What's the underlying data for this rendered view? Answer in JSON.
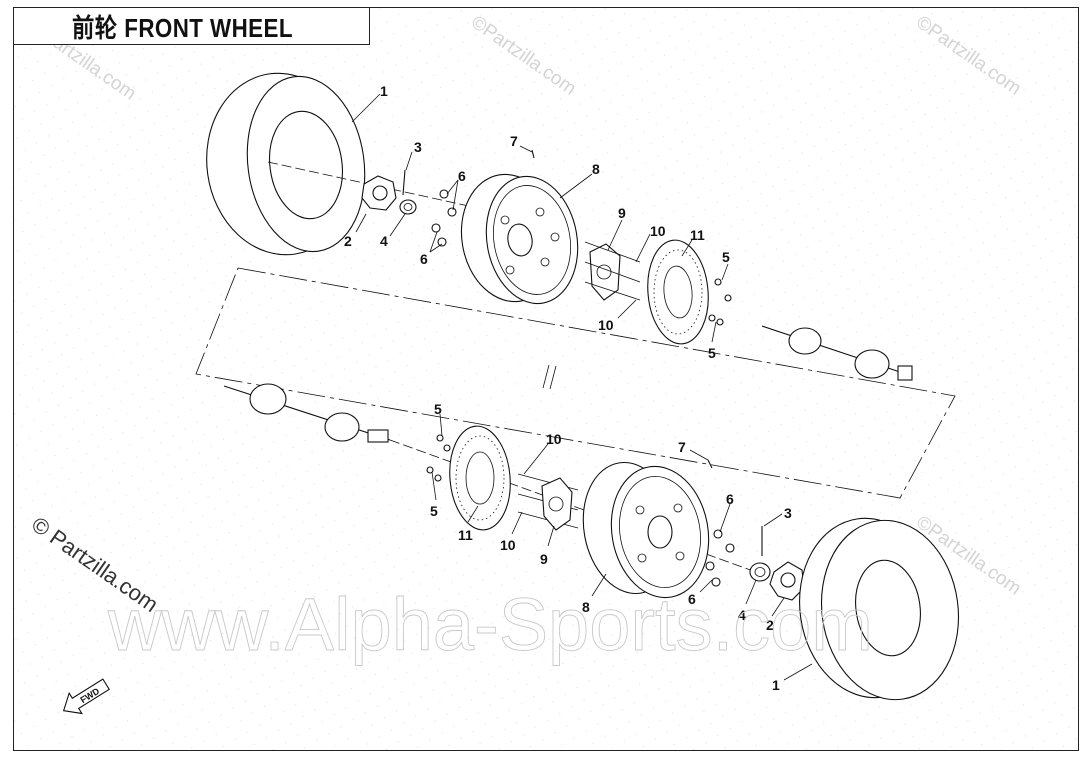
{
  "title": {
    "cn": "前轮",
    "en": "FRONT WHEEL"
  },
  "watermarks": {
    "small": "©Partzilla.com",
    "corner": "© Partzilla.com",
    "large": "www.Alpha-Sports.com"
  },
  "fwd_label": "FWD",
  "callouts": {
    "tire": "1",
    "hub_cap": "2",
    "cotter_pin": "3",
    "castle_nut": "4",
    "brake_disc_bolt": "5",
    "wheel_nut": "6",
    "valve": "7",
    "rim": "8",
    "hub": "9",
    "hub_stud": "10",
    "brake_disc": "11"
  }
}
